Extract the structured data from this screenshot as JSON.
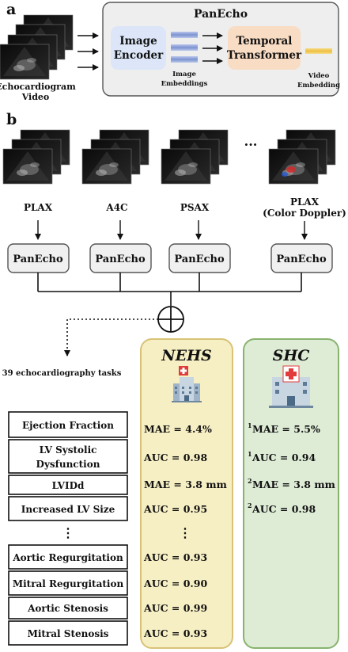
{
  "panel_a": {
    "label": "a",
    "title": "PanEcho",
    "input_label_1": "Echocardiogram",
    "input_label_2": "Video",
    "encoder_1": "Image",
    "encoder_2": "Encoder",
    "embed_label_1": "Image",
    "embed_label_2": "Embeddings",
    "transformer_1": "Temporal",
    "transformer_2": "Transformer",
    "video_embed_1": "Video",
    "video_embed_2": "Embedding"
  },
  "panel_b": {
    "label": "b",
    "views": [
      "PLAX",
      "A4C",
      "PSAX",
      "PLAX"
    ],
    "view4_sub": "(Color Doppler)",
    "ellipsis": "...",
    "model": "PanEcho",
    "oplus": "⊕",
    "tasks_title": "39 echocardiography tasks",
    "tasks_top": [
      "Ejection Fraction",
      "LV Systolic",
      "LVIDd",
      "Increased LV Size"
    ],
    "task2_line2": "Dysfunction",
    "vdots": "⋮",
    "tasks_bottom": [
      "Aortic Regurgitation",
      "Mitral Regurgitation",
      "Aortic Stenosis",
      "Mitral Stenosis"
    ],
    "nehs": {
      "title": "NEHS",
      "color": "#f7efc4",
      "border": "#d8c276",
      "top": [
        "MAE = 4.4%",
        "AUC = 0.98",
        "MAE = 3.8 mm",
        "AUC = 0.95"
      ],
      "bottom": [
        "AUC = 0.93",
        "AUC = 0.90",
        "AUC = 0.99",
        "AUC = 0.93"
      ]
    },
    "shc": {
      "title": "SHC",
      "color": "#deecd6",
      "border": "#87b36e",
      "sup": [
        "1",
        "1",
        "2",
        "2"
      ],
      "top": [
        "MAE = 5.5%",
        "AUC = 0.94",
        "MAE = 3.8 mm",
        "AUC = 0.98"
      ]
    }
  },
  "colors": {
    "encoder": "#dce6f8",
    "transformer": "#f9dcc4",
    "embedding": "#8fa3d8",
    "video_embedding": "#f1c75a",
    "panel_bg": "#eeeeee",
    "model_box": "#f0f0f0"
  }
}
